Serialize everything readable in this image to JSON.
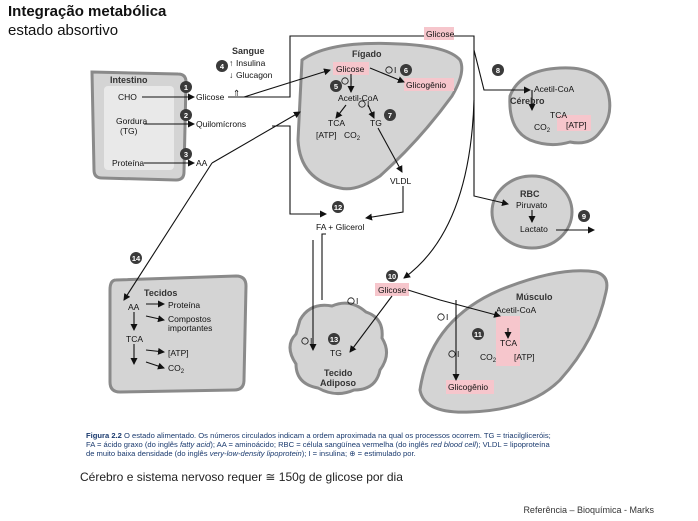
{
  "header": {
    "title": "Integração metabólica",
    "subtitle": "estado absortivo"
  },
  "organs": {
    "intestino": "Intestino",
    "figado": "Fígado",
    "cerebro": "Cérebro",
    "rbc": "RBC",
    "tecidos": "Tecidos",
    "tecido_adiposo_1": "Tecido",
    "tecido_adiposo_2": "Adiposo",
    "musculo": "Músculo",
    "sangue": "Sangue"
  },
  "labels": {
    "cho": "CHO",
    "gordura_1": "Gordura",
    "gordura_2": "(TG)",
    "proteina": "Proteína",
    "glicose_blood": "Glicose",
    "quilomicrons": "Quilomícrons",
    "aa_blood": "AA",
    "insulina": "Insulina",
    "glucagon": "Glucagon",
    "glicose_top": "Glicose",
    "glicose_liver": "Glicose",
    "glicogenio_liver": "Glicogênio",
    "acetil_coa_liver": "Acetil-CoA",
    "tca_liver": "TCA",
    "tg_liver": "TG",
    "atp_liver": "[ATP]",
    "co2_liver": "CO",
    "vldl": "VLDL",
    "fa_glicerol": "FA + Glicerol",
    "acetil_coa_brain": "Acetil-CoA",
    "tca_brain": "TCA",
    "co2_brain": "CO",
    "atp_brain": "[ATP]",
    "piruvato": "Piruvato",
    "lactato": "Lactato",
    "aa_tecidos": "AA",
    "proteina_tecidos": "Proteína",
    "compostos_1": "Compostos",
    "compostos_2": "importantes",
    "tca_tecidos": "TCA",
    "atp_tecidos": "[ATP]",
    "co2_tecidos": "CO",
    "glicose_muscle_in": "Glicose",
    "acetil_coa_muscle": "Acetil-CoA",
    "tca_muscle": "TCA",
    "co2_muscle": "CO",
    "atp_muscle": "[ATP]",
    "glicogenio_muscle": "Glicogênio",
    "tg_adiposo": "TG",
    "insulin_symbol": "I",
    "sub2": "2"
  },
  "step_numbers": [
    "1",
    "2",
    "3",
    "4",
    "5",
    "6",
    "7",
    "8",
    "9",
    "10",
    "11",
    "12",
    "13",
    "14"
  ],
  "caption": {
    "figure": "Figura 2.2",
    "line1": " O estado alimentado. Os números circulados indicam a ordem aproximada na qual os processos ocorrem. TG = triacilgliceróis;",
    "line2a": "FA = ácido graxo (do inglês ",
    "line2b": "fatty acid",
    "line2c": "); AA = aminoácido; RBC = célula sangüínea vermelha (do inglês ",
    "line2d": "red blood cell",
    "line2e": "); VLDL = lipoproteína",
    "line3a": "de muito baixa densidade (do inglês ",
    "line3b": "very-low-density lipoprotein",
    "line3c": "); I = insulina; ⊕ = estimulado por."
  },
  "note": "Cérebro e sistema nervoso requer ≅ 150g de glicose por dia",
  "reference": "Referência – Bioquímica - Marks",
  "colors": {
    "highlight": "#f6c6cc",
    "organ_fill": "#d4d4d4",
    "caption_text": "#1a3a6e"
  }
}
